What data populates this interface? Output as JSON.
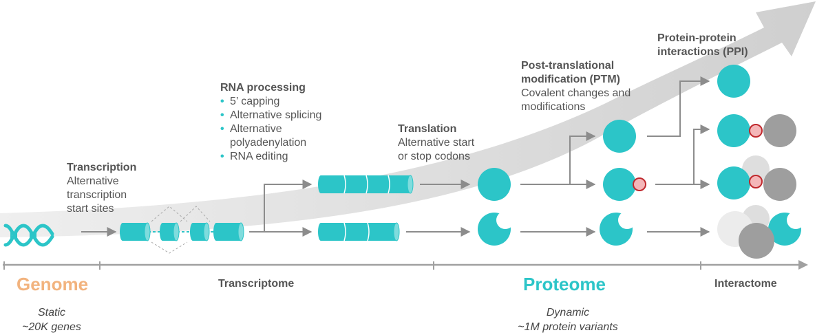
{
  "colors": {
    "teal": "#2cc5c8",
    "genome_orange": "#f2b37e",
    "gray_text": "#555555",
    "arrow_gray": "#8c8c8c",
    "band_gray": "#d9d9d9",
    "ptm_red": "#c0282d",
    "ptm_fill": "#f4b6b8"
  },
  "stages": {
    "transcription": {
      "title": "Transcription",
      "desc": [
        "Alternative",
        "transcription",
        "start sites"
      ]
    },
    "rna_processing": {
      "title": "RNA processing",
      "bullets": [
        "5’ capping",
        "Alternative splicing",
        "Alternative polyadenylation",
        "RNA editing"
      ]
    },
    "translation": {
      "title": "Translation",
      "desc": [
        "Alternative start",
        "or stop codons"
      ]
    },
    "ptm": {
      "title_lines": [
        "Post-translational",
        "modification (PTM)"
      ],
      "desc": [
        "Covalent changes and",
        "modifications"
      ]
    },
    "ppi": {
      "title_lines": [
        "Protein-protein",
        "interactions (PPI)"
      ]
    }
  },
  "axis": {
    "genome": "Genome",
    "transcriptome": "Transcriptome",
    "proteome": "Proteome",
    "interactome": "Interactome"
  },
  "notes": {
    "genome": [
      "Static",
      "~20K genes"
    ],
    "proteome": [
      "Dynamic",
      "~1M protein variants"
    ]
  },
  "icons": [
    "dna-icon",
    "pre-mrna-icon",
    "mrna-icon",
    "protein-icon",
    "protein-complex-icon"
  ]
}
